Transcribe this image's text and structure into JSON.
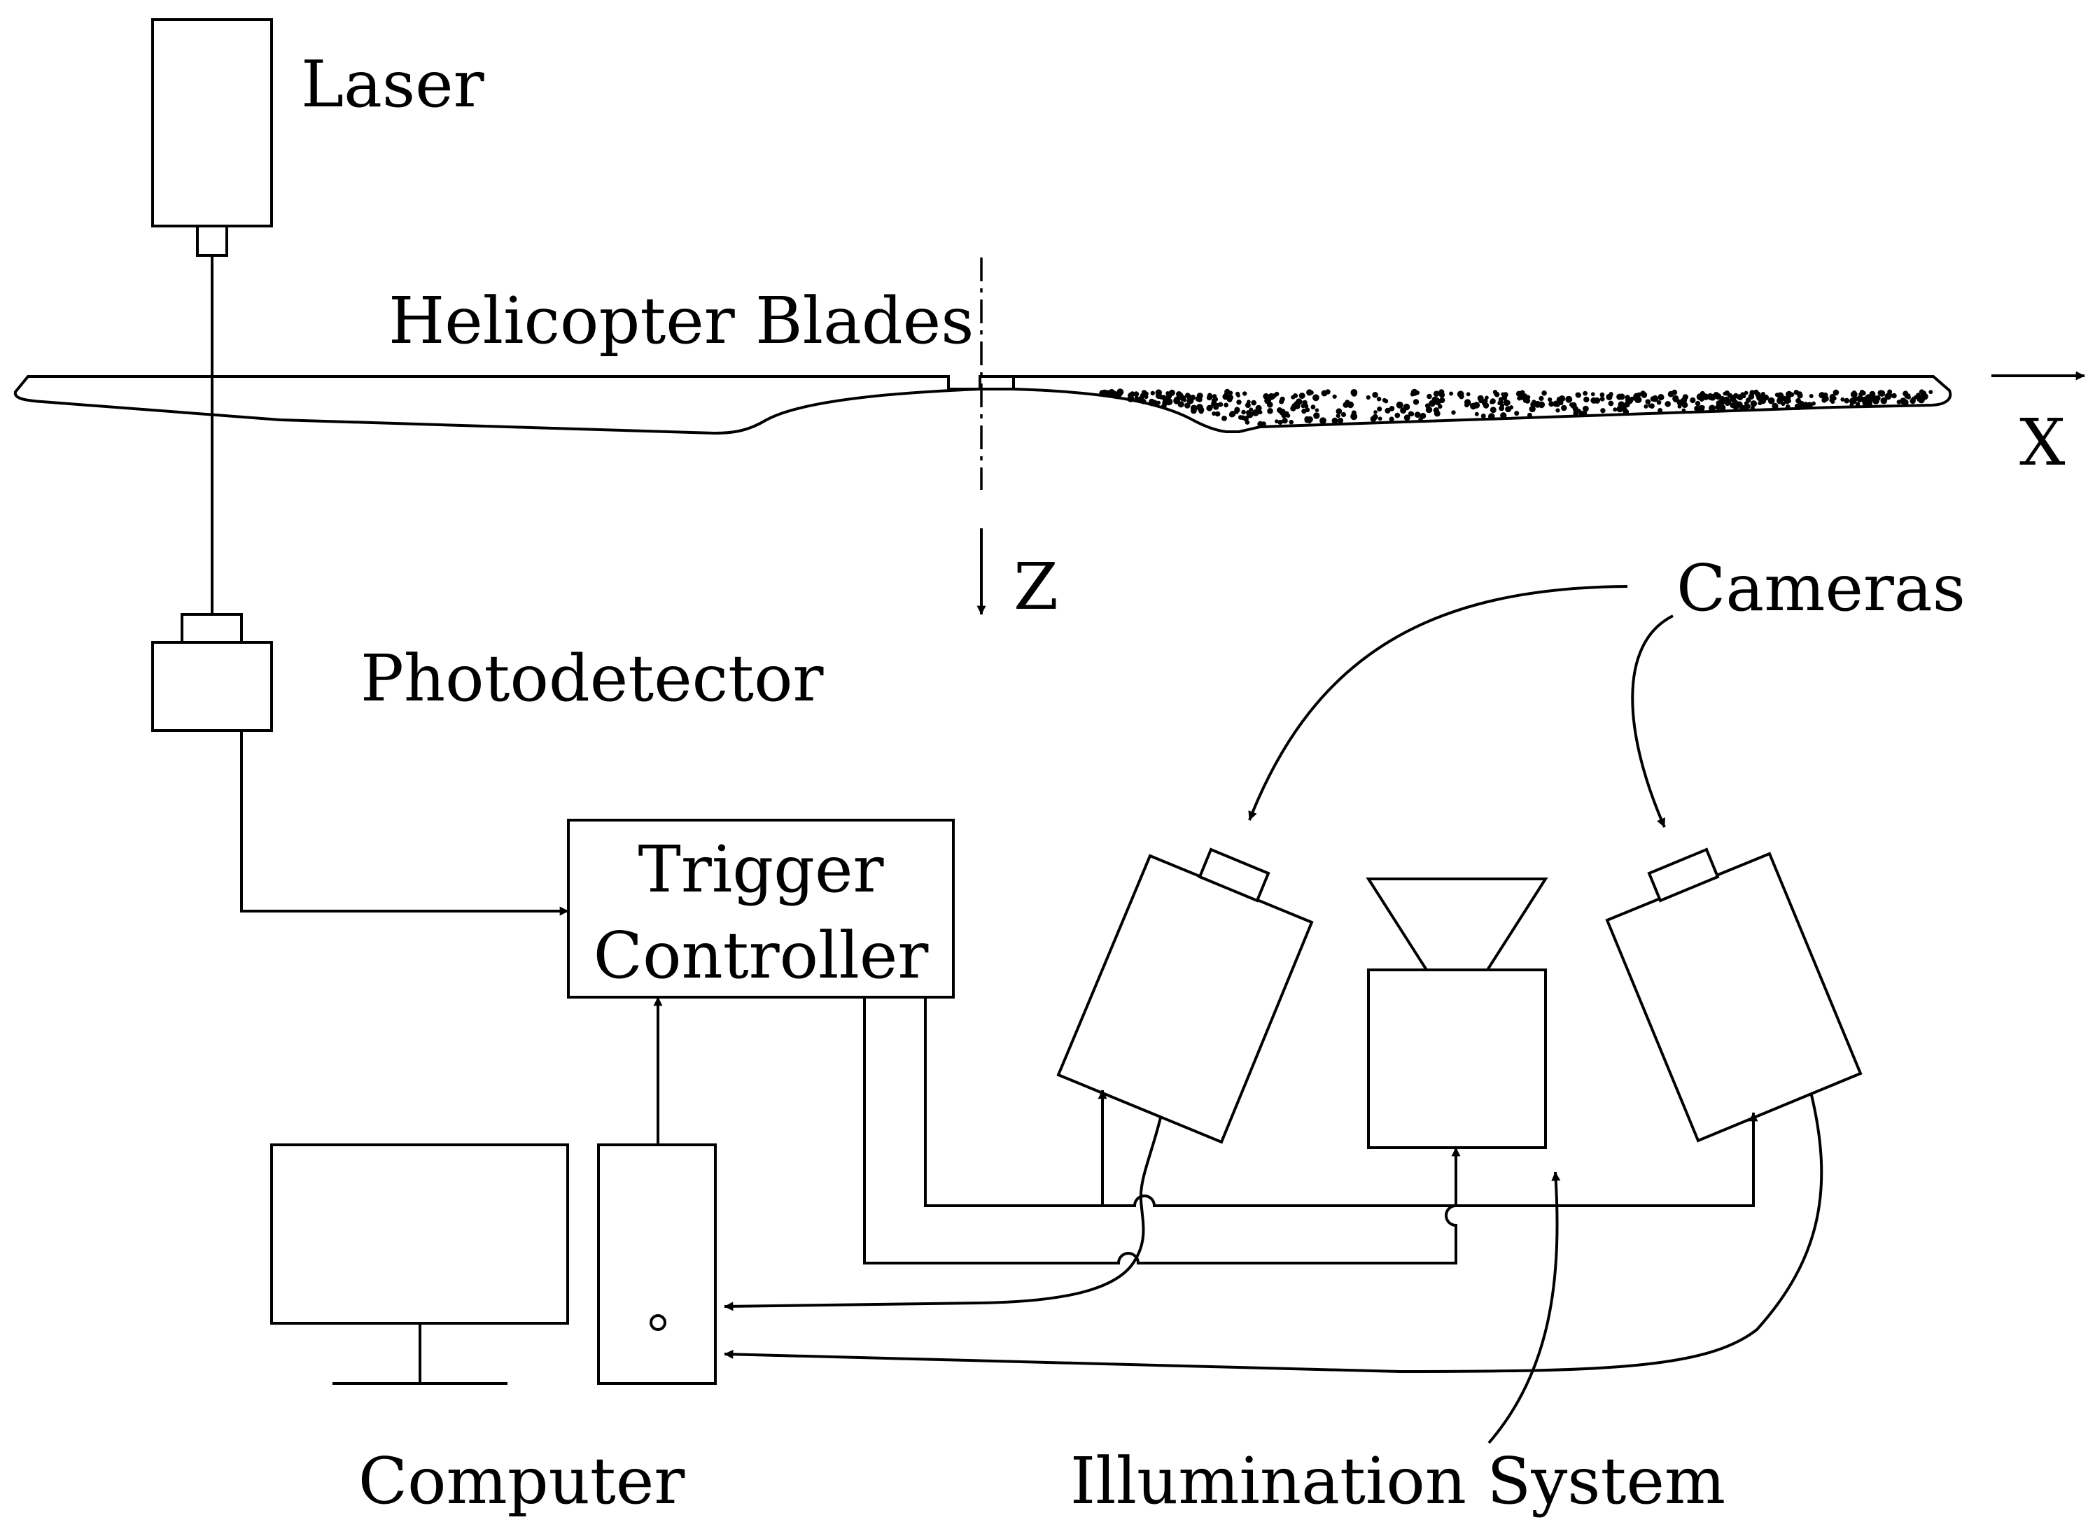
{
  "labels": {
    "laser": "Laser",
    "helicopter_blades": "Helicopter Blades",
    "x_axis": "X",
    "z_axis": "Z",
    "cameras": "Cameras",
    "photodetector": "Photodetector",
    "trigger_line1": "Trigger",
    "trigger_line2": "Controller",
    "computer": "Computer",
    "illumination_system": "Illumination System"
  },
  "colors": {
    "stroke": "#000000",
    "background": "#ffffff"
  }
}
